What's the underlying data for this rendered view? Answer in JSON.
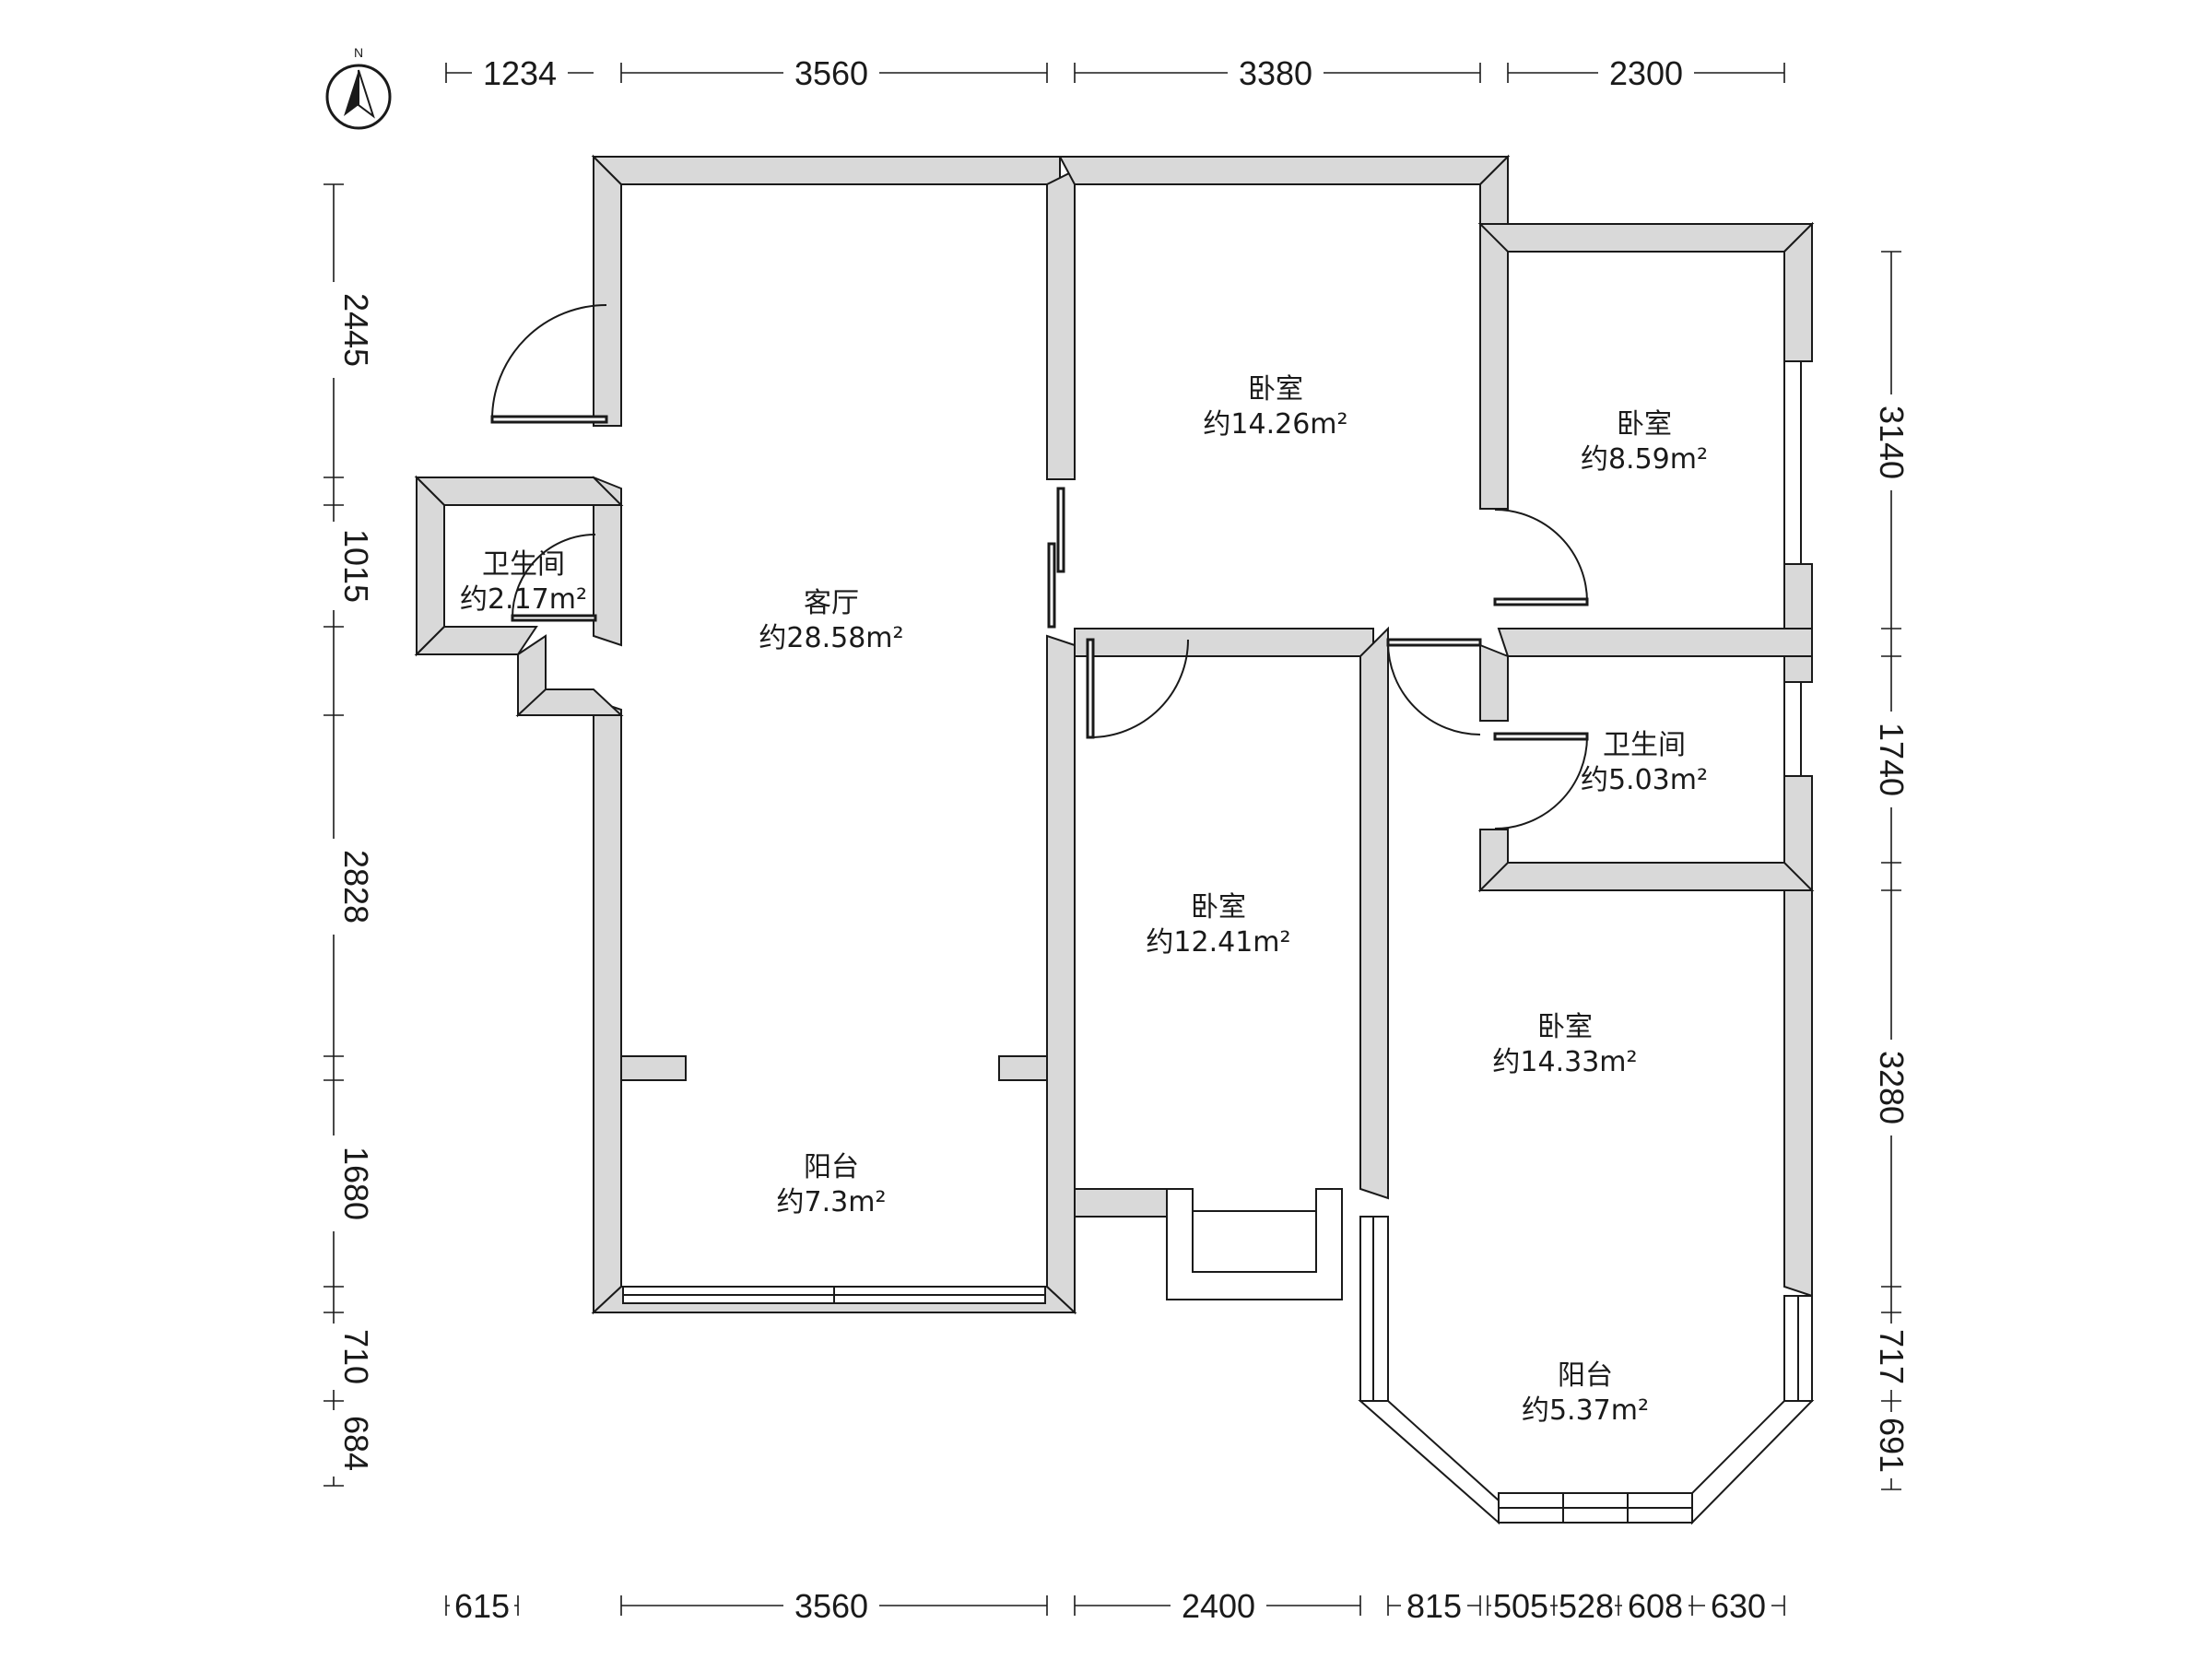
{
  "compass": {
    "north_label": "N"
  },
  "dimensions": {
    "top": [
      "1234",
      "3560",
      "3380",
      "2300"
    ],
    "bottom": [
      "615",
      "3560",
      "2400",
      "815",
      "505",
      "528",
      "608",
      "630"
    ],
    "left": [
      "2445",
      "1015",
      "2828",
      "1680",
      "710",
      "684"
    ],
    "right": [
      "3140",
      "1740",
      "3280",
      "717",
      "691"
    ]
  },
  "rooms": [
    {
      "name": "卧室",
      "area": "约14.26m²"
    },
    {
      "name": "卧室",
      "area": "约8.59m²"
    },
    {
      "name": "卫生间",
      "area": "约2.17m²"
    },
    {
      "name": "客厅",
      "area": "约28.58m²"
    },
    {
      "name": "卫生间",
      "area": "约5.03m²"
    },
    {
      "name": "卧室",
      "area": "约12.41m²"
    },
    {
      "name": "卧室",
      "area": "约14.33m²"
    },
    {
      "name": "阳台",
      "area": "约7.3m²"
    },
    {
      "name": "阳台",
      "area": "约5.37m²"
    }
  ]
}
